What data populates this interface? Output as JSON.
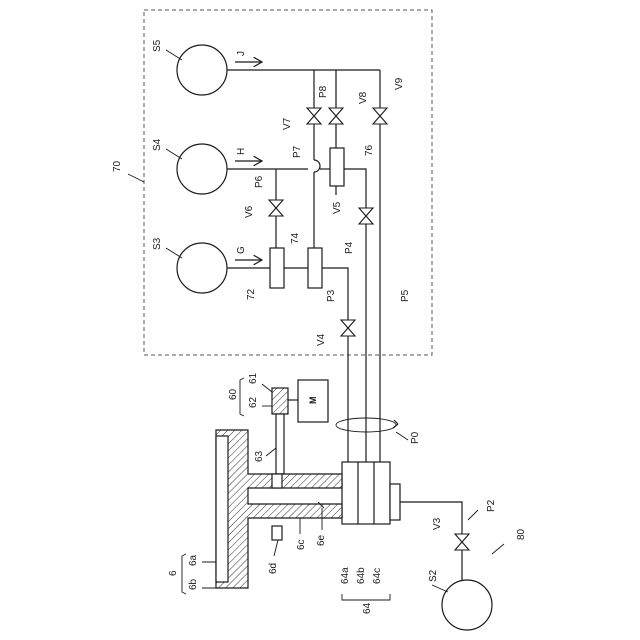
{
  "labels": {
    "enclosure": "70",
    "s5": "S5",
    "s4": "S4",
    "s3": "S3",
    "s2": "S2",
    "j": "J",
    "h": "H",
    "g": "G",
    "p8": "P8",
    "v8": "V8",
    "v9": "V9",
    "v7": "V7",
    "p7": "P7",
    "n76": "76",
    "p6": "P6",
    "v6": "V6",
    "v5": "V5",
    "n74": "74",
    "p4": "P4",
    "n72": "72",
    "p3": "P3",
    "p5": "P5",
    "v4": "V4",
    "n60": "60",
    "n61": "61",
    "n62": "62",
    "motor": "M",
    "n63": "63",
    "p0": "P0",
    "n6": "6",
    "n6a": "6a",
    "n6b": "6b",
    "n6d": "6d",
    "n6c": "6c",
    "n6e": "6e",
    "n64": "64",
    "n64a": "64a",
    "n64b": "64b",
    "n64c": "64c",
    "v3": "V3",
    "p2": "P2",
    "n80": "80"
  }
}
